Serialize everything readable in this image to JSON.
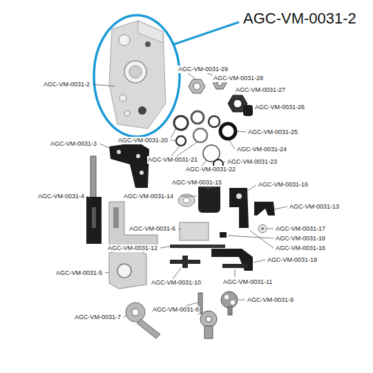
{
  "diagram": {
    "title": "AGC-VM-0031-2",
    "labels": [
      "AGC-VM-0031-29",
      "AGC-VM-0031-28",
      "AGC-VM-0031-2",
      "AGC-VM-0031-27",
      "AGC-VM-0031-26",
      "AGC-VM-0031-25",
      "AGC-VM-0031-20",
      "AGC-VM-0031-3",
      "AGC-VM-0031-24",
      "AGC-VM-0031-21",
      "AGC-VM-0031-23",
      "AGC-VM-0031-22",
      "AGC-VM-0031-15",
      "AGC-VM-0031-16",
      "AGC-VM-0031-4",
      "AGC-VM-0031-14",
      "AGC-VM-0031-13",
      "AGC-VM-0031-6",
      "AGC-VM-0031-17",
      "AGC-VM-0031-18",
      "AGC-VM-0031-12",
      "AGC-VM-0031-16",
      "AGC-VM-0031-19",
      "AGC-VM-0031-5",
      "AGC-VM-0031-11",
      "AGC-VM-0031-10",
      "AGC-VM-0031-9",
      "AGC-VM-0031-8",
      "AGC-VM-0031-7"
    ]
  }
}
